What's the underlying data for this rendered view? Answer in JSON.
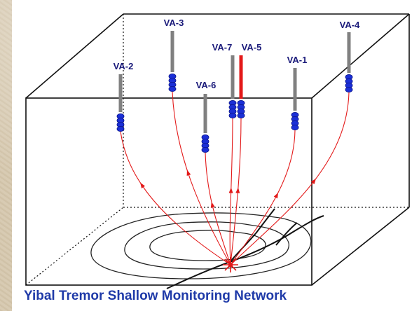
{
  "caption": "Yibal Tremor Shallow Monitoring Network",
  "colors": {
    "box_line": "#111111",
    "ray": "#e31919",
    "sensor": "#1b2fd6",
    "pole": "#808080",
    "pole_highlight": "#e31919",
    "caption": "#1f3aa8",
    "contour": "#222222"
  },
  "stations": [
    {
      "id": "VA-2",
      "highlight": false
    },
    {
      "id": "VA-3",
      "highlight": false
    },
    {
      "id": "VA-6",
      "highlight": false
    },
    {
      "id": "VA-7",
      "highlight": false
    },
    {
      "id": "VA-5",
      "highlight": true
    },
    {
      "id": "VA-1",
      "highlight": false
    },
    {
      "id": "VA-4",
      "highlight": false
    }
  ]
}
